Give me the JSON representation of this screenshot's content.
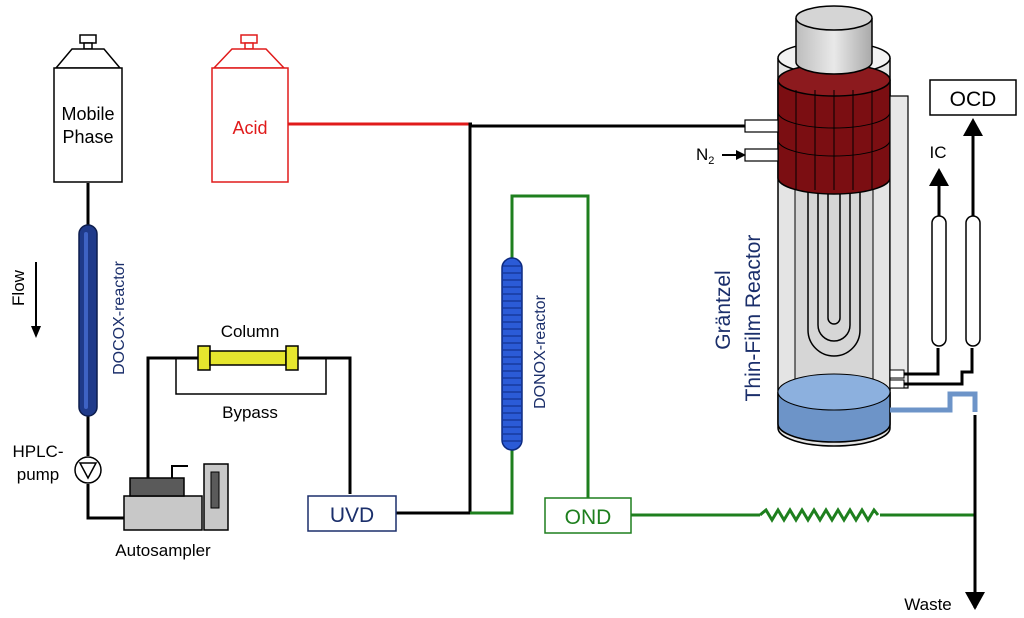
{
  "labels": {
    "mobile_phase_line1": "Mobile",
    "mobile_phase_line2": "Phase",
    "acid": "Acid",
    "flow": "Flow",
    "docox_reactor": "DOCOX-reactor",
    "hplc_pump_line1": "HPLC-",
    "hplc_pump_line2": "pump",
    "autosampler": "Autosampler",
    "column": "Column",
    "bypass": "Bypass",
    "uvd": "UVD",
    "donox_reactor": "DONOX-reactor",
    "ond": "OND",
    "n2_main": "N",
    "n2_sub": "2",
    "ic": "IC",
    "ocd": "OCD",
    "reactor_line1": "Gräntzel",
    "reactor_line2": "Thin-Film Reactor",
    "waste": "Waste"
  },
  "colors": {
    "line_black": "#000000",
    "acid_red": "#e01b1b",
    "ond_green": "#1e7f1e",
    "docox_blue": "#1f3a8a",
    "donox_blue": "#2b5bd7",
    "column_yellow": "#e6e62e",
    "heater_red": "#7b0e12",
    "water_blue": "#6d94c8",
    "label_navy": "#1b2f6b"
  }
}
